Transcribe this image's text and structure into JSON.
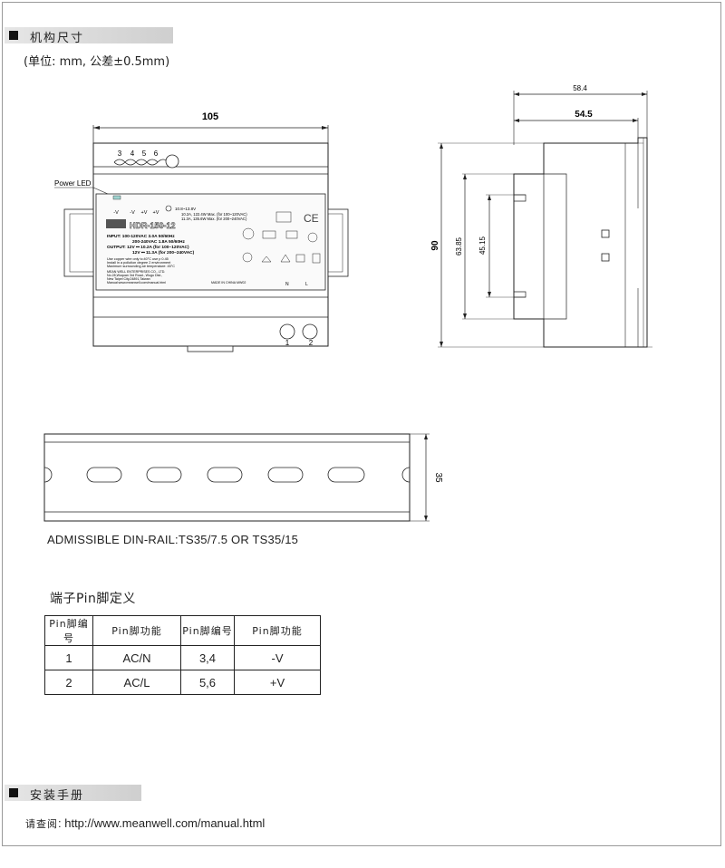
{
  "sections": {
    "dimensions_title": "机构尺寸",
    "install_title": "安装手册"
  },
  "units_note": "(单位: mm, 公差±0.5mm)",
  "front_view": {
    "width_label": "105",
    "power_led_label": "Power LED",
    "top_terminal_numbers": [
      "3",
      "4",
      "5",
      "6"
    ],
    "bottom_terminal_numbers": [
      "1",
      "2"
    ],
    "terminal_polarity": [
      "-V",
      "-V",
      "+V",
      "+V"
    ],
    "model": "HDR-150-12",
    "vout_range": "10.8~13.8V",
    "output_spec_lines": [
      "10.2A, 122.4W Max. (for 100~120VAC)",
      "11.3A, 135.6W Max. (for 200~240VAC)"
    ],
    "input_lines": [
      "INPUT: 100-120VAC 3.0A 50/60Hz",
      "200-240VAC 1.8A 50/60Hz"
    ],
    "output_lines": [
      "OUTPUT: 12V ⎓ 10.2A (for 100~120VAC)",
      "12V ⎓ 11.3A (for 200~240VAC)"
    ],
    "notes": [
      "Use copper wire only tc:40°C use p 0.45",
      "Install in a pollution degree 2 environment",
      "Maximum surrounding air temperature: 45°C"
    ],
    "company_lines": [
      "MEAN WELL ENTERPRISES CO., LTD.",
      "No.28,Wuquan 3rd Road., Wugu Dist.,",
      "New Taipei City,24891,Taiwan",
      "Manual:www.meanwell.com/manual.html"
    ],
    "made_in": "MADE IN CHINA MW02",
    "ac_labels": [
      "N",
      "L"
    ]
  },
  "side_view": {
    "dim_total": "58.4",
    "dim_body": "54.5",
    "dim_height": "90",
    "dim_mid": "63.85",
    "dim_inner": "45.15"
  },
  "rail": {
    "height_label": "35",
    "admissible_text": "ADMISSIBLE DIN-RAIL:TS35/7.5 OR TS35/15"
  },
  "pin_table": {
    "title": "端子Pin脚定义",
    "headers": [
      "Pin脚编号",
      "Pin脚功能",
      "Pin脚编号",
      "Pin脚功能"
    ],
    "rows": [
      [
        "1",
        "AC/N",
        "3,4",
        "-V"
      ],
      [
        "2",
        "AC/L",
        "5,6",
        "+V"
      ]
    ]
  },
  "manual": {
    "label": "请查阅",
    "url": ": http://www.meanwell.com/manual.html"
  }
}
